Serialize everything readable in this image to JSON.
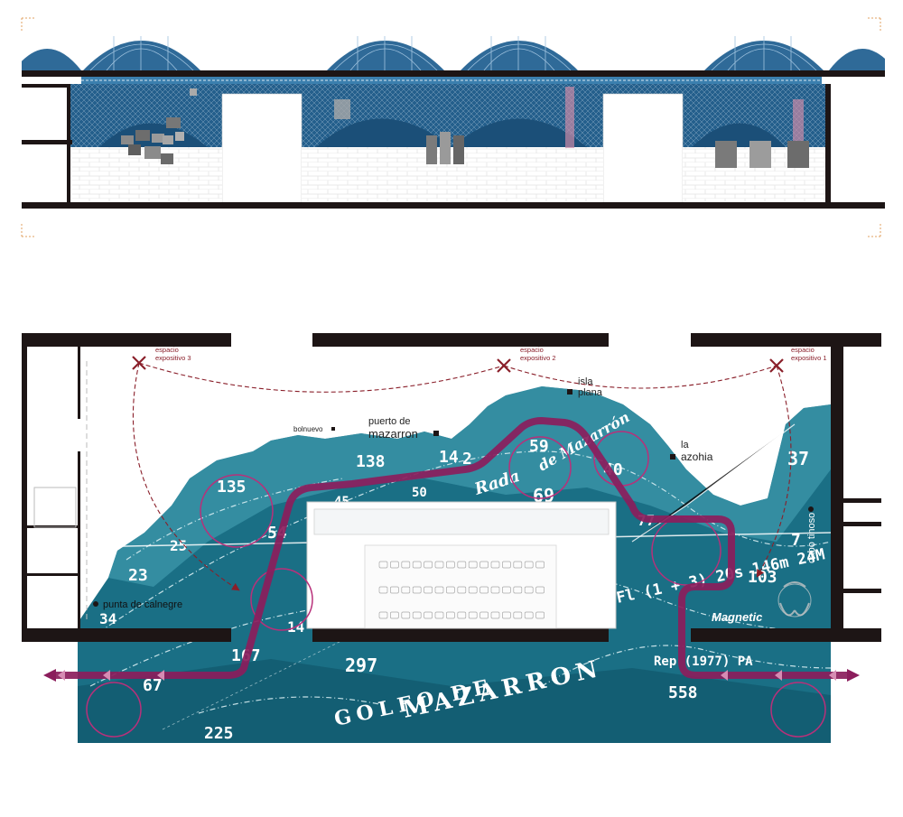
{
  "plan": {
    "spaces": [
      {
        "line1": "espacio",
        "line2": "expositivo 3"
      },
      {
        "line1": "espacio",
        "line2": "expositivo 2"
      },
      {
        "line1": "espacio",
        "line2": "expositivo 1"
      }
    ],
    "places": {
      "bolnuevo": "bolnuevo",
      "puerto_1": "puerto de",
      "puerto_2": "mazarron",
      "isla_1": "isla",
      "isla_2": "plana",
      "azohia_1": "la",
      "azohia_2": "azohia",
      "calnegre": "punta de calnegre",
      "tinoso": "cabo tinoso"
    },
    "gulf_line1": "GOLFO DE",
    "gulf_line2": "MAZARRON",
    "rada": "Rada",
    "mazarron_script": "de Mazarrón",
    "light": "Fl (1 + 3) 20s 146m 24M",
    "magnetic": "Magnetic",
    "rep": "Rep (1977) PA",
    "soundings": {
      "s138": "138",
      "s14a": "14",
      "s50": "50",
      "s135": "135",
      "s54": "54",
      "s25": "25",
      "s23": "23",
      "s34": "34",
      "s167": "167",
      "s297": "297",
      "s67": "67",
      "s225": "225",
      "s14b": "14",
      "s59": "59",
      "s69": "69",
      "s40": "40",
      "s77": "77",
      "s37": "37",
      "s7": "7",
      "s103": "103",
      "s558": "558",
      "s2": "2",
      "s45": "45"
    }
  },
  "colors": {
    "sea": "#1a6f85",
    "sea_dark": "#0f5467",
    "section_blue": "#245f8c",
    "route": "#8b1d5c",
    "dashed": "#8a1f2a",
    "wall": "#1d1515"
  }
}
